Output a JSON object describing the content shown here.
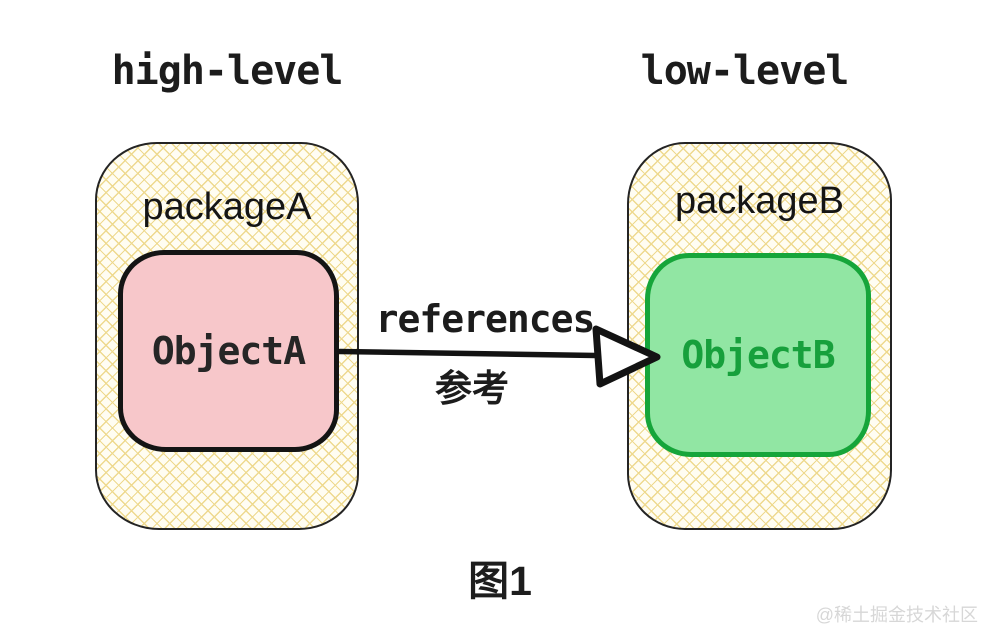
{
  "diagram": {
    "left": {
      "title": "high-level",
      "package_label": "packageA",
      "object_label": "ObjectA"
    },
    "right": {
      "title": "low-level",
      "package_label": "packageB",
      "object_label": "ObjectB"
    },
    "arrow": {
      "label": "references",
      "label_zh": "参考"
    },
    "caption": "图1",
    "watermark": "@稀土掘金技术社区"
  },
  "colors": {
    "ink": "#1a1a1a",
    "package-fill": "#fffdf2",
    "package-hatch": "#eed98e",
    "package-border": "#242424",
    "object-a-fill": "#f7c7ca",
    "object-a-border": "#141414",
    "object-b-fill": "#91e6a3",
    "object-b-border": "#16a53a",
    "object-b-text": "#17a03c",
    "watermark": "#d7d7d7"
  }
}
